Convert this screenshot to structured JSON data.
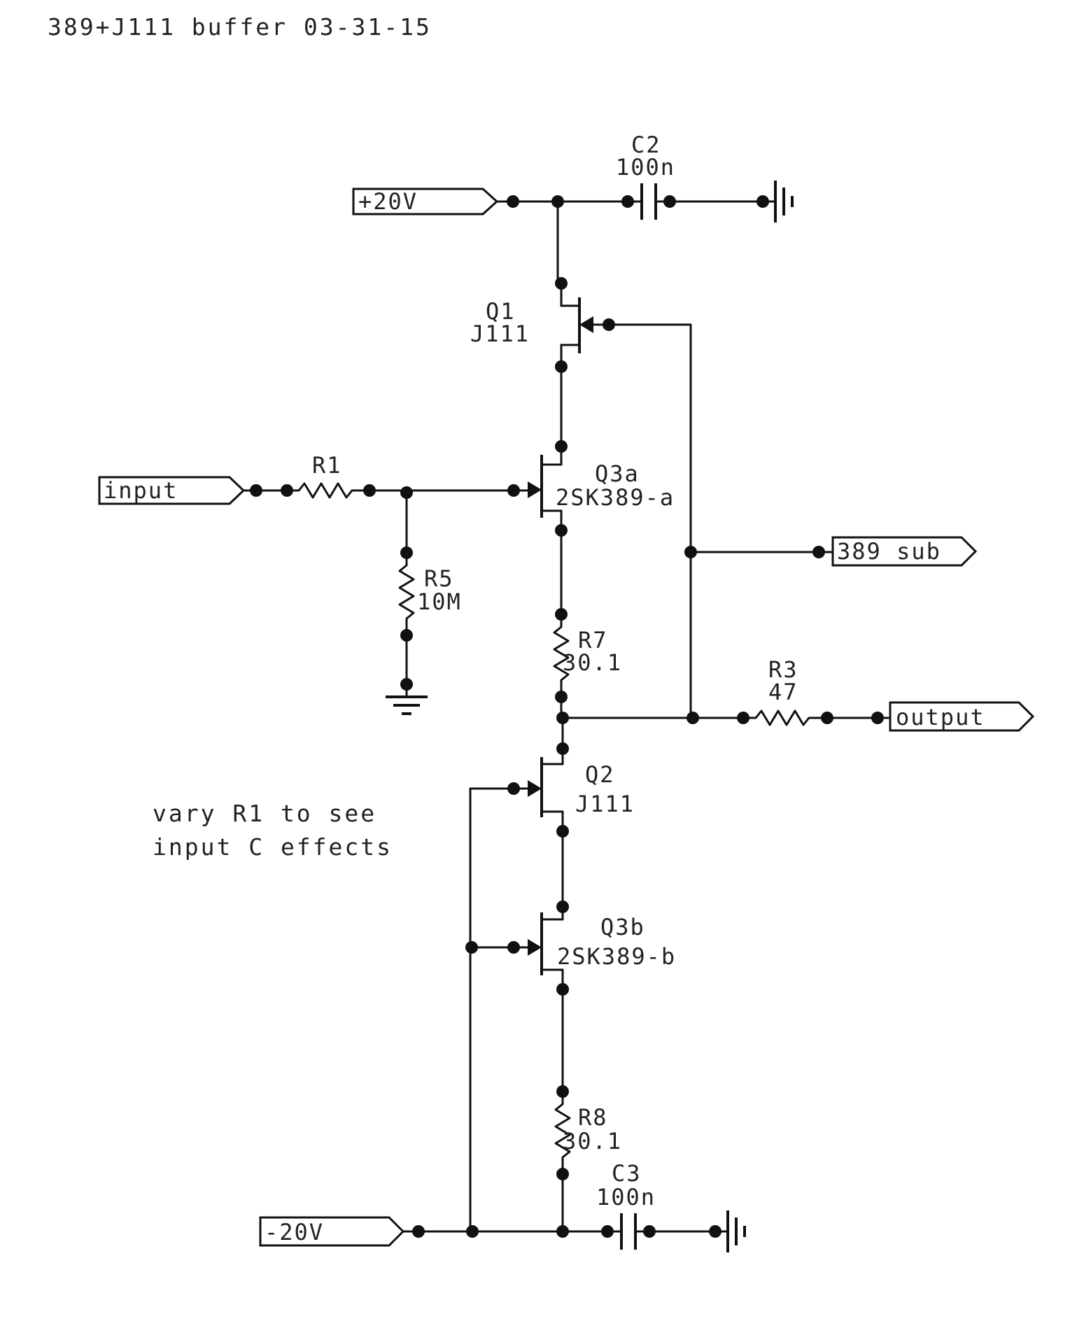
{
  "title": "389+J111 buffer 03-31-15",
  "ports": {
    "vpos": "+20V",
    "vneg": "-20V",
    "input": "input",
    "output": "output",
    "sub": "389 sub"
  },
  "components": {
    "c2": {
      "ref": "C2",
      "value": "100n"
    },
    "c3": {
      "ref": "C3",
      "value": "100n"
    },
    "q1": {
      "ref": "Q1",
      "value": "J111"
    },
    "q2": {
      "ref": "Q2",
      "value": "J111"
    },
    "q3a": {
      "ref": "Q3a",
      "value": "2SK389-a"
    },
    "q3b": {
      "ref": "Q3b",
      "value": "2SK389-b"
    },
    "r1": {
      "ref": "R1"
    },
    "r3": {
      "ref": "R3",
      "value": "47"
    },
    "r5": {
      "ref": "R5",
      "value": "10M"
    },
    "r7": {
      "ref": "R7",
      "value": "30.1"
    },
    "r8": {
      "ref": "R8",
      "value": "30.1"
    }
  },
  "note": {
    "line1": "vary R1 to see",
    "line2": "input C effects"
  }
}
